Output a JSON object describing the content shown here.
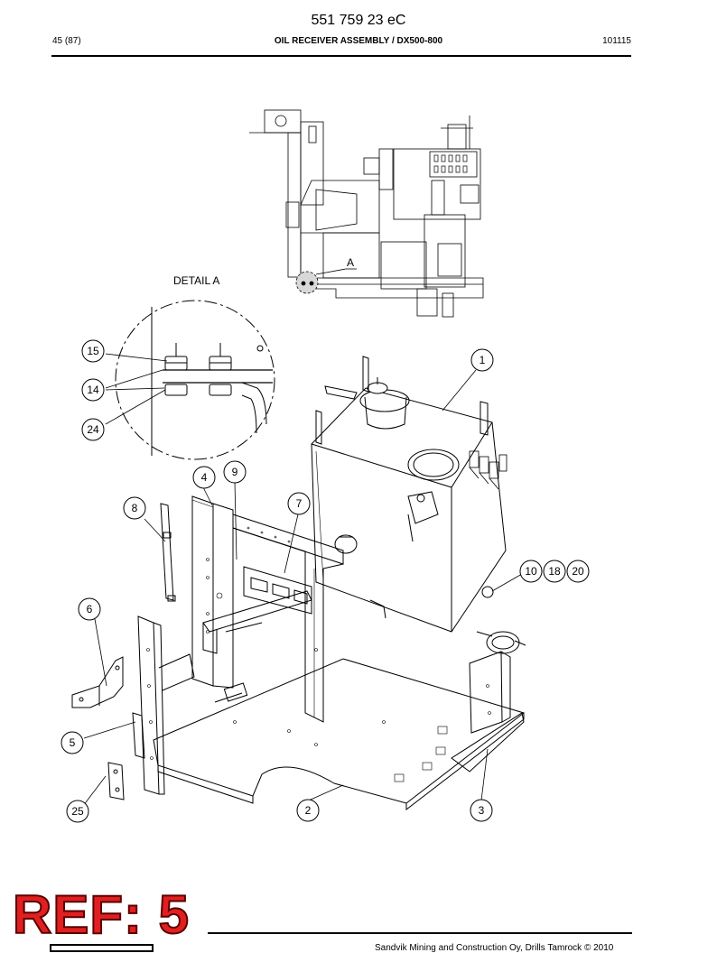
{
  "header": {
    "doc_number": "551 759 23 eC",
    "page": "45 (87)",
    "title": "OIL RECEIVER ASSEMBLY / DX500-800",
    "date_code": "101115"
  },
  "drawing": {
    "detail_title": "DETAIL A",
    "detail_marker": "A",
    "callouts": {
      "c1": "1",
      "c2": "2",
      "c3": "3",
      "c4": "4",
      "c5": "5",
      "c6": "6",
      "c7": "7",
      "c8": "8",
      "c9": "9",
      "c10": "10",
      "c14": "14",
      "c15": "15",
      "c18": "18",
      "c20": "20",
      "c24": "24",
      "c25": "25"
    }
  },
  "footer": {
    "copyright": "Sandvik Mining and Construction Oy, Drills Tamrock © 2010"
  },
  "stamp": {
    "ref_label": "REF: 5",
    "color": "#e02020"
  }
}
